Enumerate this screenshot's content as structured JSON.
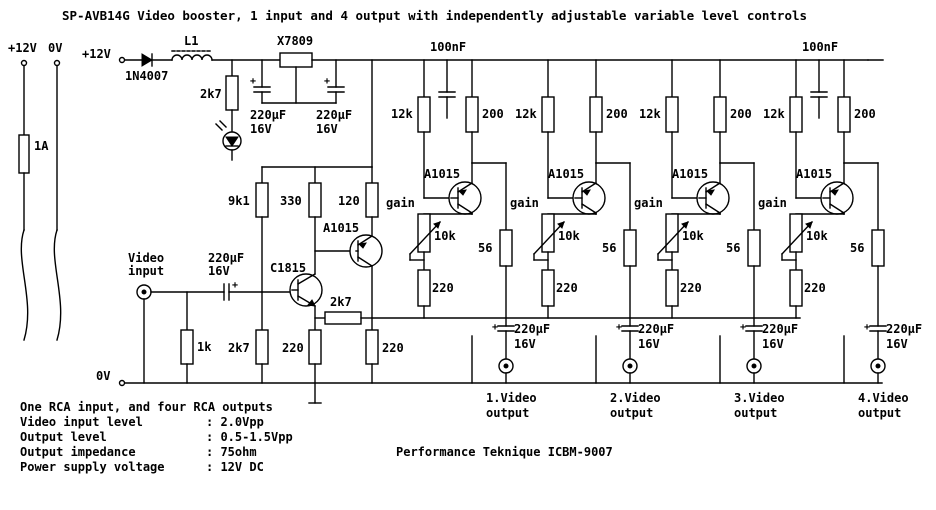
{
  "title": "SP-AVB14G Video booster, 1 input and 4 output with independently adjustable variable level controls",
  "credit": "Performance Teknique ICBM-9007",
  "supply": {
    "plus_label": "+12V",
    "zero_label": "0V",
    "fuse": "1A"
  },
  "rails": {
    "plus_label": "+12V",
    "ground_label": "0V"
  },
  "power_section": {
    "diode": "1N4007",
    "inductor": "L1",
    "regulator": "X7809",
    "led_resistor": "2k7",
    "cap1": "220µF",
    "cap1_v": "16V",
    "cap2": "220µF",
    "cap2_v": "16V"
  },
  "input_stage": {
    "input_label_1": "Video",
    "input_label_2": "input",
    "coupling_cap": "220µF",
    "coupling_cap_v": "16V",
    "r_in": "1k",
    "r_bias_top": "9k1",
    "r_bias_bottom": "2k7",
    "r_collector": "330",
    "r_emitter": "220",
    "transistor1": "C1815",
    "transistor2": "A1015",
    "r_q2": "120",
    "r_feedback": "2k7",
    "r_q2_emitter": "220"
  },
  "channels": [
    {
      "cap_top": "100nF",
      "r_base": "12k",
      "r_emitter": "200",
      "transistor": "A1015",
      "gain_label": "gain",
      "pot": "10k",
      "r_pot_bottom": "220",
      "r_out": "56",
      "out_cap": "220µF",
      "out_cap_v": "16V",
      "out_line1": "1.Video",
      "out_line2": "output"
    },
    {
      "cap_top": "",
      "r_base": "12k",
      "r_emitter": "200",
      "transistor": "A1015",
      "gain_label": "gain",
      "pot": "10k",
      "r_pot_bottom": "220",
      "r_out": "56",
      "out_cap": "220µF",
      "out_cap_v": "16V",
      "out_line1": "2.Video",
      "out_line2": "output"
    },
    {
      "cap_top": "",
      "r_base": "12k",
      "r_emitter": "200",
      "transistor": "A1015",
      "gain_label": "gain",
      "pot": "10k",
      "r_pot_bottom": "220",
      "r_out": "56",
      "out_cap": "220µF",
      "out_cap_v": "16V",
      "out_line1": "3.Video",
      "out_line2": "output"
    },
    {
      "cap_top": "100nF",
      "r_base": "12k",
      "r_emitter": "200",
      "transistor": "A1015",
      "gain_label": "gain",
      "pot": "10k",
      "r_pot_bottom": "220",
      "r_out": "56",
      "out_cap": "220µF",
      "out_cap_v": "16V",
      "out_line1": "4.Video",
      "out_line2": "output"
    }
  ],
  "specs": [
    {
      "label": "One RCA input, and four RCA outputs",
      "value": ""
    },
    {
      "label": "Video input level",
      "value": ": 2.0Vpp"
    },
    {
      "label": "Output level",
      "value": ": 0.5-1.5Vpp"
    },
    {
      "label": "Output impedance",
      "value": ": 75ohm"
    },
    {
      "label": "Power supply voltage",
      "value": ": 12V DC"
    }
  ]
}
